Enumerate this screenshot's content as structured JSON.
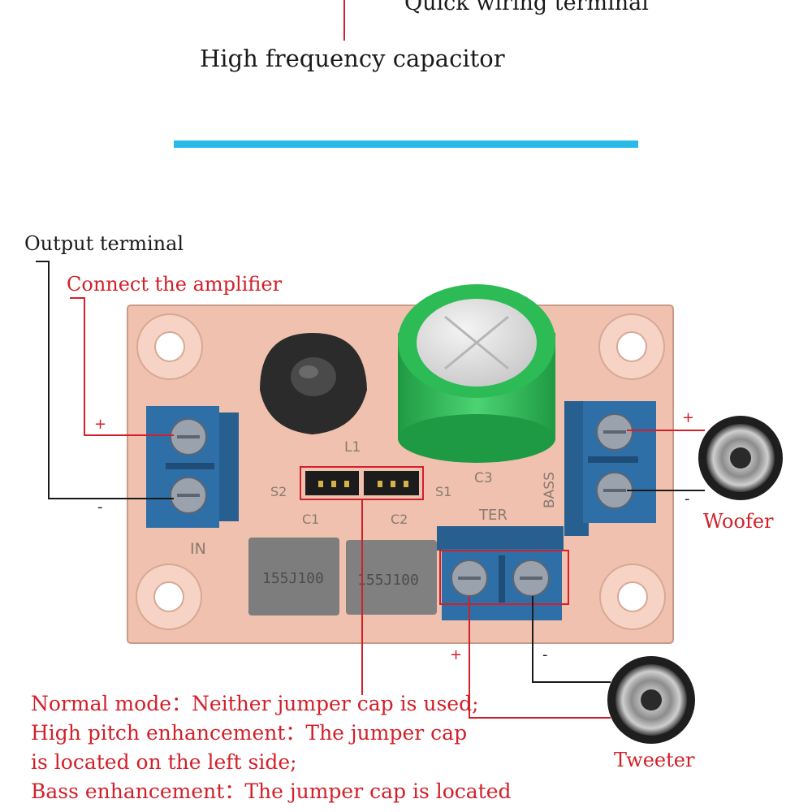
{
  "labels": {
    "top_title": "Quick wiring terminal",
    "capacitor": "High frequency capacitor",
    "output_terminal": "Output terminal",
    "connect_amp": "Connect the amplifier",
    "woofer": "Woofer",
    "tweeter": "Tweeter"
  },
  "signs": {
    "in_plus": "+",
    "in_minus": "-",
    "woofer_plus": "+",
    "woofer_minus": "-",
    "tweeter_plus": "+",
    "tweeter_minus": "-"
  },
  "silkscreen": {
    "l1": "L1",
    "c3": "C3",
    "s1": "S1",
    "s2": "S2",
    "c1": "C1",
    "c2": "C2",
    "in": "IN",
    "ter": "TER",
    "bass": "BASS",
    "cap1": "155J100",
    "cap2": "155J100"
  },
  "notes": [
    "Normal mode：Neither jumper cap is used;",
    "High pitch enhancement：The jumper cap",
    "is located on the left side;",
    "Bass enhancement：The jumper cap is located"
  ],
  "colors": {
    "accent_bar": "#29b9ea",
    "annotation_red": "#d2202a",
    "pcb": "#efc1ae",
    "terminal_blue": "#2f6fa8",
    "capacitor_green": "#2dbb55"
  }
}
